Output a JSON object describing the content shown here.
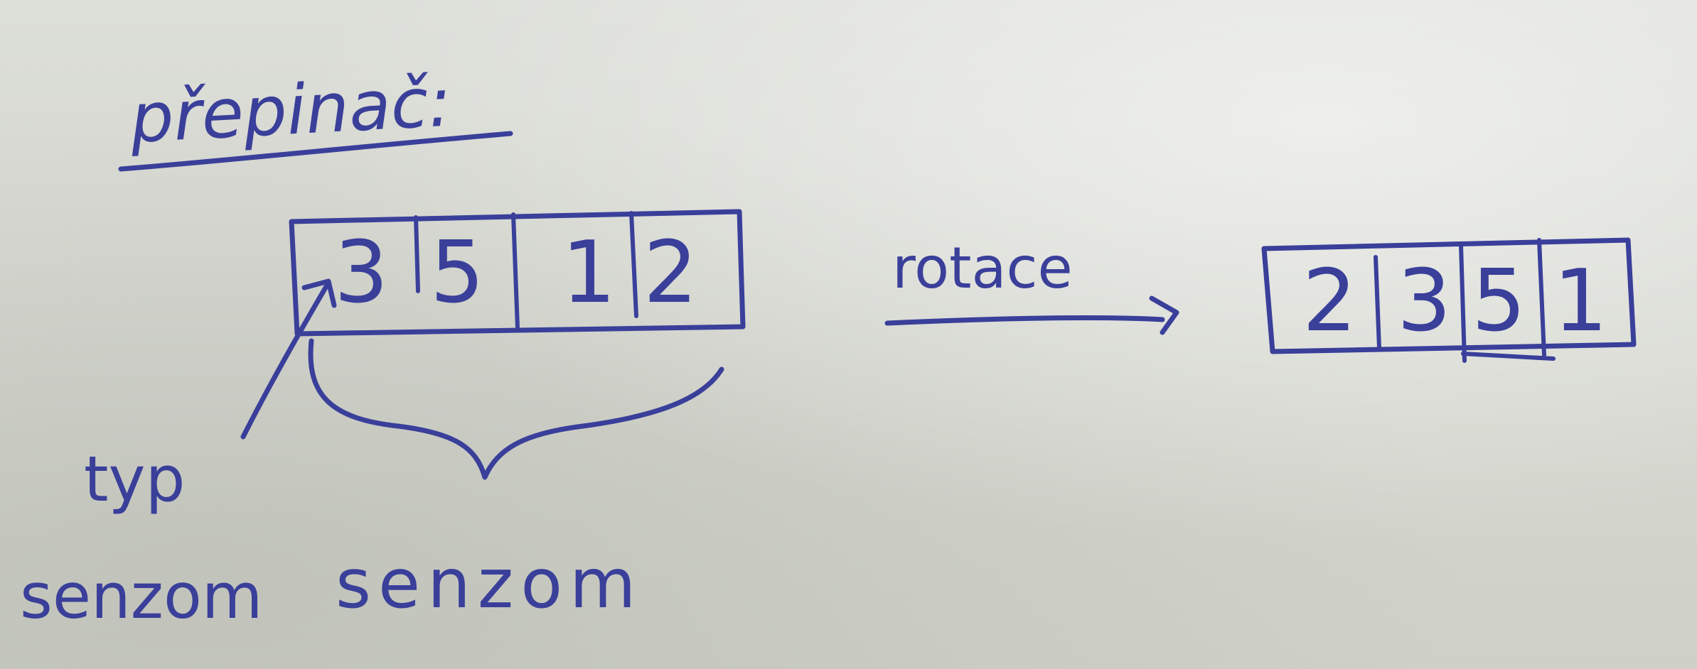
{
  "heading": "přepinač:",
  "left_array": {
    "cells": [
      "3",
      "5",
      "1",
      "2"
    ]
  },
  "arrow_label": "rotace",
  "right_array": {
    "cells": [
      "2",
      "3",
      "5",
      "1"
    ]
  },
  "pointer_label_line1": "typ",
  "pointer_label_line2": "senzom",
  "brace_label": "senzom",
  "ink_color": "#3a3f9a"
}
